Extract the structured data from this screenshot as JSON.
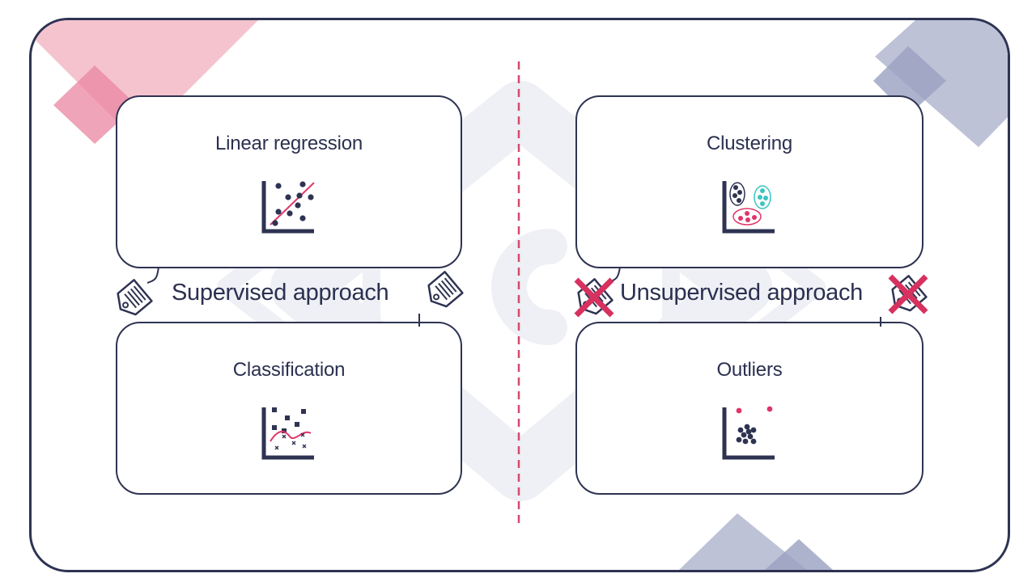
{
  "colors": {
    "navy": "#2e3352",
    "pink": "#e0356a",
    "teal": "#3cc4c4",
    "watermark": "#eef0f5",
    "deco_pink": "#f2b8c6",
    "deco_navy": "#b6bbd3"
  },
  "supervised": {
    "label": "Supervised approach",
    "cards": [
      {
        "title": "Linear regression",
        "icon": "scatter-regression-icon"
      },
      {
        "title": "Classification",
        "icon": "classification-plot-icon"
      }
    ],
    "tag_icon": "price-tag-icon"
  },
  "unsupervised": {
    "label": "Unsupervised approach",
    "cards": [
      {
        "title": "Clustering",
        "icon": "clustering-plot-icon"
      },
      {
        "title": "Outliers",
        "icon": "outlier-plot-icon"
      }
    ],
    "tag_icon": "crossed-out-tag-icon"
  }
}
